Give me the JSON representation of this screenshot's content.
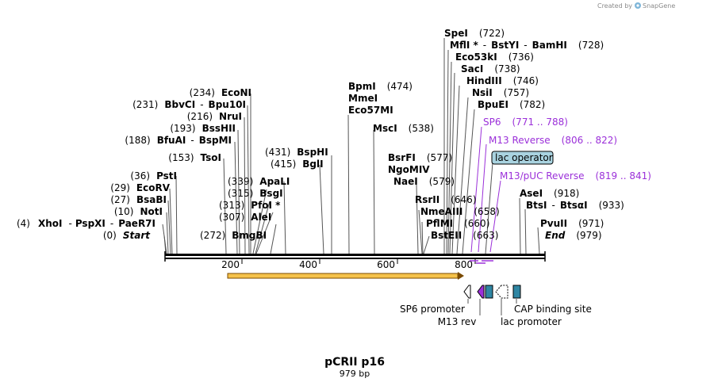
{
  "credit": {
    "prefix": "Created by",
    "brand": "SnapGene"
  },
  "plasmid": {
    "name": "pCRII p16",
    "length": "979 bp"
  },
  "ruler": [
    "200",
    "400",
    "600",
    "800"
  ],
  "sites": {
    "xhoi": {
      "pos": "(4)",
      "name": "XhoI",
      "iso1": "PspXI",
      "iso2": "PaeR7I"
    },
    "start": {
      "pos": "(0)",
      "name": "Start"
    },
    "noti": {
      "pos": "(10)",
      "name": "NotI"
    },
    "bsabi": {
      "pos": "(27)",
      "name": "BsaBI"
    },
    "ecorv": {
      "pos": "(29)",
      "name": "EcoRV"
    },
    "psti": {
      "pos": "(36)",
      "name": "PstI"
    },
    "tsoi": {
      "pos": "(153)",
      "name": "TsoI"
    },
    "bfuai": {
      "pos": "(188)",
      "name": "BfuAI",
      "iso1": "BspMI"
    },
    "bsshii": {
      "pos": "(193)",
      "name": "BssHII"
    },
    "nrui": {
      "pos": "(216)",
      "name": "NruI"
    },
    "bbvci": {
      "pos": "(231)",
      "name": "BbvCI",
      "iso1": "Bpu10I"
    },
    "econi": {
      "pos": "(234)",
      "name": "EcoNI"
    },
    "bmgbi": {
      "pos": "(272)",
      "name": "BmgBI"
    },
    "alei": {
      "pos": "(307)",
      "name": "AleI"
    },
    "pfoi": {
      "pos": "(313)",
      "name": "PfoI *"
    },
    "bsgi": {
      "pos": "(315)",
      "name": "BsgI"
    },
    "apali": {
      "pos": "(339)",
      "name": "ApaLI"
    },
    "bgli": {
      "pos": "(415)",
      "name": "BglI"
    },
    "bsphi": {
      "pos": "(431)",
      "name": "BspHI"
    },
    "bpmi": {
      "pos": "(474)",
      "name": "BpmI"
    },
    "mmei": {
      "name": "MmeI"
    },
    "eco57mi": {
      "name": "Eco57MI"
    },
    "msci": {
      "pos": "(538)",
      "name": "MscI"
    },
    "bsrfi": {
      "pos": "(577)",
      "name": "BsrFI"
    },
    "ngomiv": {
      "name": "NgoMIV"
    },
    "naei": {
      "pos": "(579)",
      "name": "NaeI"
    },
    "rsrii": {
      "pos": "(646)",
      "name": "RsrII"
    },
    "nmeaiii": {
      "pos": "(658)",
      "name": "NmeAIII"
    },
    "pflmi": {
      "pos": "(660)",
      "name": "PflMI"
    },
    "bsteii": {
      "pos": "(663)",
      "name": "BstEII"
    },
    "spei": {
      "pos": "(722)",
      "name": "SpeI"
    },
    "mfli": {
      "pos": "(728)",
      "name": "MflI *",
      "iso1": "BstYI",
      "iso2": "BamHI"
    },
    "eco53ki": {
      "pos": "(736)",
      "name": "Eco53kI"
    },
    "saci": {
      "pos": "(738)",
      "name": "SacI"
    },
    "hindiii": {
      "pos": "(746)",
      "name": "HindIII"
    },
    "nsii": {
      "pos": "(757)",
      "name": "NsiI"
    },
    "bpuei": {
      "pos": "(782)",
      "name": "BpuEI"
    },
    "asei": {
      "pos": "(918)",
      "name": "AseI"
    },
    "btsi": {
      "pos": "(933)",
      "name": "BtsI",
      "iso1": "BtsαI"
    },
    "pvuii": {
      "pos": "(971)",
      "name": "PvuII"
    },
    "end": {
      "pos": "(979)",
      "name": "End"
    }
  },
  "primers": {
    "sp6": {
      "name": "SP6",
      "range": "(771 .. 788)"
    },
    "m13rev": {
      "name": "M13 Reverse",
      "range": "(806 .. 822)"
    },
    "m13puc": {
      "name": "M13/pUC Reverse",
      "range": "(819 .. 841)"
    }
  },
  "features": {
    "lac_operator": "lac operator",
    "sp6_promoter": "SP6 promoter",
    "m13_rev": "M13 rev",
    "cap_site": "CAP binding site",
    "lac_promoter": "lac promoter"
  },
  "colors": {
    "primer": "#9b30d9",
    "orf": "#f5c24a",
    "orf_edge": "#7a4a00",
    "feature_teal": "#2f86a3",
    "operator_fill": "#a9d3e0"
  }
}
